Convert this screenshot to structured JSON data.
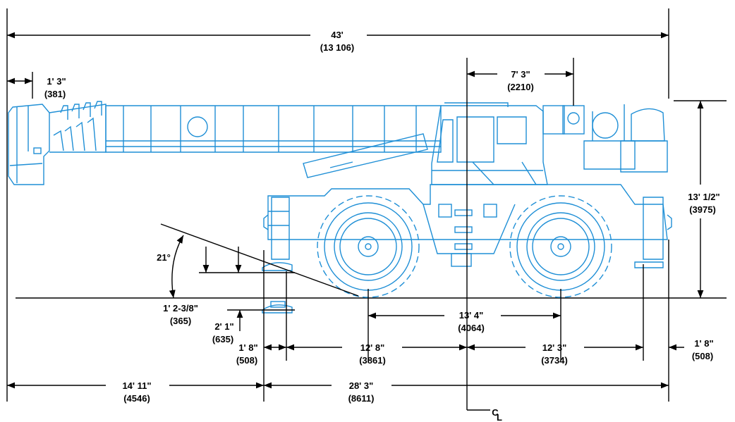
{
  "colors": {
    "linework": "#1f8fd6",
    "dimensions": "#000000",
    "background": "#ffffff"
  },
  "dimensions": {
    "overall_length": {
      "ft": "43'",
      "mm": "(13 106)"
    },
    "boom_nose": {
      "ft": "1' 3\"",
      "mm": "(381)"
    },
    "cab_to_pin": {
      "ft": "7' 3\"",
      "mm": "(2210)"
    },
    "height": {
      "ft": "13' 1/2\"",
      "mm": "(3975)"
    },
    "approach_angle": {
      "label": "21°"
    },
    "ground_clearance_outrigger": {
      "ft": "1' 2-3/8\"",
      "mm": "(365)"
    },
    "outrigger_pad_drop": {
      "ft": "2' 1\"",
      "mm": "(635)"
    },
    "wheelbase": {
      "ft": "13' 4\"",
      "mm": "(4064)"
    },
    "front_outrigger_gap": {
      "ft": "1' 8\"",
      "mm": "(508)"
    },
    "front_to_center": {
      "ft": "12' 8\"",
      "mm": "(3861)"
    },
    "center_to_rear": {
      "ft": "12' 3\"",
      "mm": "(3734)"
    },
    "rear_outrigger_gap": {
      "ft": "1' 8\"",
      "mm": "(508)"
    },
    "boom_overhang": {
      "ft": "14' 11\"",
      "mm": "(4546)"
    },
    "outrigger_span": {
      "ft": "28' 3\"",
      "mm": "(8611)"
    },
    "centerline": {
      "label": "C",
      "sub": "L"
    }
  }
}
